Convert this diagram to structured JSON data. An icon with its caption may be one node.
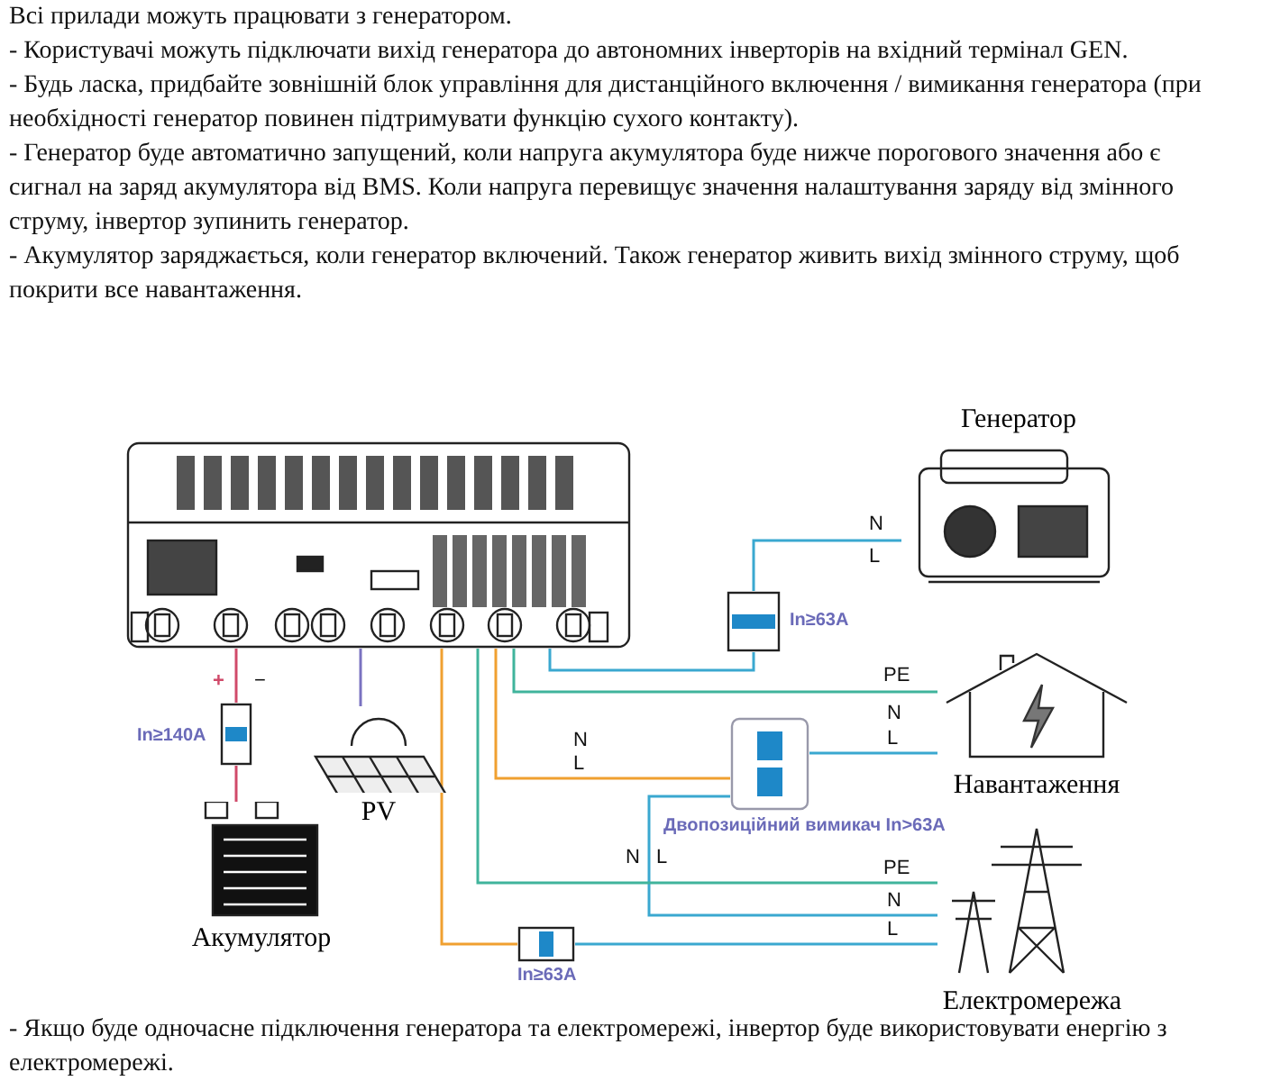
{
  "diagram": {
    "caption": "- Якщо буде одночасне підключення генератора та електромережі, інвертор буде використовувати енергію з електромережі.",
    "nodes": [
      {
        "text": [],
        "shape": "picture"
      },
      {
        "text": [
          "Генератор"
        ]
      },
      {
        "text": [
          "Навантаження"
        ]
      },
      {
        "text": [
          "Електромережа"
        ]
      },
      {
        "text": [
          "Акумулятор"
        ]
      },
      {
        "text": [
          "PV"
        ]
      },
      {
        "text": [],
        "shape": "box",
        "beside": [
          "In≥140A"
        ]
      },
      {
        "text": [],
        "shape": "box",
        "beside": [
          "In≥63A"
        ]
      },
      {
        "text": [],
        "shape": "box",
        "beside": [
          "Двопозиційний вимикач In>63A"
        ]
      },
      {
        "text": [],
        "shape": "box",
        "beside": [
          "In≥63A"
        ]
      }
    ],
    "edges": [
      {
        "from": 0,
        "to": 6,
        "arrow": "none",
        "color": "#d04a6a"
      },
      {
        "from": 6,
        "to": 4,
        "arrow": "none",
        "color": "#d04a6a"
      },
      {
        "from": 0,
        "to": 5,
        "arrow": "none",
        "color": "#7a72c0"
      },
      {
        "from": 0,
        "to": 7,
        "arrow": "none"
      },
      {
        "from": 7,
        "to": 1,
        "arrow": "none"
      },
      {
        "from": 0,
        "to": 8,
        "arrow": "none",
        "color": "#f0a030"
      },
      {
        "from": 8,
        "to": 2,
        "arrow": "none"
      },
      {
        "from": 0,
        "to": 9,
        "arrow": "none",
        "color": "#f0a030"
      },
      {
        "from": 9,
        "to": 3,
        "arrow": "none"
      },
      {
        "from": 8,
        "to": 3,
        "arrow": "none"
      },
      {
        "from": 0,
        "to": 2,
        "arrow": "none",
        "color": "#40b49c"
      },
      {
        "from": 0,
        "to": 3,
        "arrow": "none",
        "color": "#40b49c"
      }
    ],
    "labels": [
      "Всі прилади можуть працювати з генератором.",
      "- Користувачі можуть підключати вихід генератора до автономних інверторів на вхідний термінал GEN.",
      "- Будь ласка, придбайте зовнішній блок управління для дистанційного включення / вимикання генератора (при необхідності генератор повинен підтримувати функцію сухого контакту).",
      "- Генератор буде автоматично запущений, коли напруга акумулятора буде нижче порогового значення або є сигнал на заряд акумулятора від BMS. Коли напруга перевищує значення налаштування заряду від змінного струму, інвертор зупинить генератор.",
      "- Акумулятор заряджається, коли генератор включений. Також генератор живить вихід змінного струму, щоб покрити все навантаження.",
      "N",
      "L",
      "PE",
      "N",
      "L",
      "+",
      "−",
      "N",
      "L",
      "N",
      "L",
      "PE",
      "N",
      "L"
    ]
  }
}
